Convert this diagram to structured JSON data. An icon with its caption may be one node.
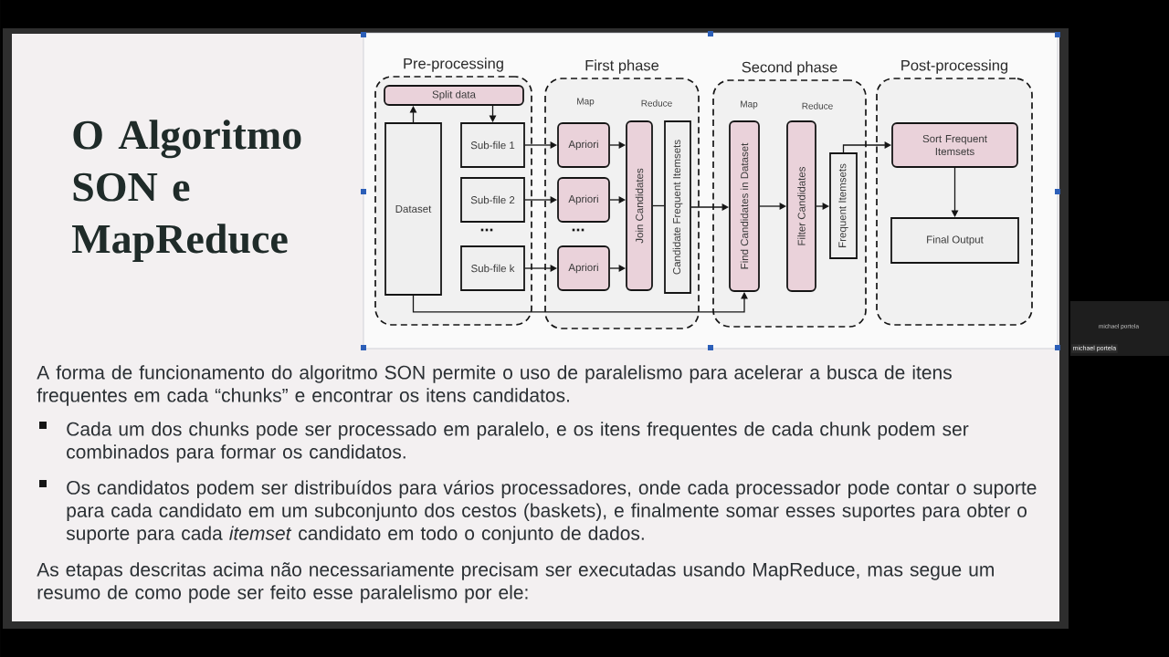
{
  "diagram": {
    "title": "O Algoritmo SON e MapReduce",
    "nodes": [
      {
        "text": [
          "Pre-processing"
        ]
      },
      {
        "text": [
          "Split data"
        ],
        "in": 0
      },
      {
        "text": [
          "Dataset"
        ],
        "in": 0
      },
      {
        "text": [
          "Sub-file 1"
        ],
        "in": 0
      },
      {
        "text": [
          "Sub-file 2"
        ],
        "in": 0
      },
      {
        "text": [
          "Sub-file k"
        ],
        "in": 0
      },
      {
        "text": [
          "First phase",
          "Map",
          "Reduce"
        ]
      },
      {
        "text": [
          "Apriori"
        ],
        "in": 6
      },
      {
        "text": [
          "Apriori"
        ],
        "in": 6
      },
      {
        "text": [
          "Apriori"
        ],
        "in": 6
      },
      {
        "text": [
          "Join Candidates"
        ],
        "in": 6
      },
      {
        "text": [
          "Candidate Frequent Itemsets"
        ],
        "in": 6
      },
      {
        "text": [
          "Second phase",
          "Map",
          "Reduce"
        ]
      },
      {
        "text": [
          "Find Candidates in Dataset"
        ],
        "in": 12
      },
      {
        "text": [
          "Filter Candidates"
        ],
        "in": 12
      },
      {
        "text": [
          "Frequent Itemsets"
        ],
        "in": 12
      },
      {
        "text": [
          "Post-processing"
        ]
      },
      {
        "text": [
          "Sort Frequent Itemsets"
        ],
        "in": 16
      },
      {
        "text": [
          "Final Output"
        ],
        "in": 16
      }
    ],
    "edges": [
      {
        "from": 2,
        "to": 1,
        "arrow": "to"
      },
      {
        "from": 1,
        "to": 3,
        "arrow": "to"
      },
      {
        "from": 3,
        "to": 7,
        "arrow": "to"
      },
      {
        "from": 4,
        "to": 8,
        "arrow": "to"
      },
      {
        "from": 5,
        "to": 9,
        "arrow": "to"
      },
      {
        "from": 7,
        "to": 10,
        "arrow": "to"
      },
      {
        "from": 8,
        "to": 10,
        "arrow": "to"
      },
      {
        "from": 9,
        "to": 10,
        "arrow": "to"
      },
      {
        "from": 10,
        "to": 11,
        "arrow": "none"
      },
      {
        "from": 11,
        "to": 13,
        "arrow": "to"
      },
      {
        "from": 2,
        "to": 13,
        "arrow": "to"
      },
      {
        "from": 13,
        "to": 14,
        "arrow": "to"
      },
      {
        "from": 14,
        "to": 15,
        "arrow": "to"
      },
      {
        "from": 15,
        "to": 17,
        "arrow": "to"
      },
      {
        "from": 17,
        "to": 18,
        "arrow": "to"
      }
    ],
    "labels": [
      "...",
      "...",
      "A forma de funcionamento do algoritmo SON permite o uso de paralelismo para acelerar a busca de itens frequentes em cada “chunks” e encontrar os itens candidatos.",
      "Cada um dos chunks pode ser processado em paralelo, e os itens frequentes de cada chunk podem ser combinados para formar os candidatos.",
      "Os candidatos podem ser distribuídos para vários processadores, onde cada processador pode contar o suporte para cada candidato em um subconjunto dos cestos (baskets), e finalmente somar esses suportes para obter o suporte para cada *itemset* candidato em todo o conjunto de dados.",
      "As etapas descritas acima não necessariamente precisam ser executadas usando MapReduce, mas segue um resumo de como pode ser feito esse paralelismo por ele:",
      "michael portela",
      "michael portela"
    ]
  }
}
